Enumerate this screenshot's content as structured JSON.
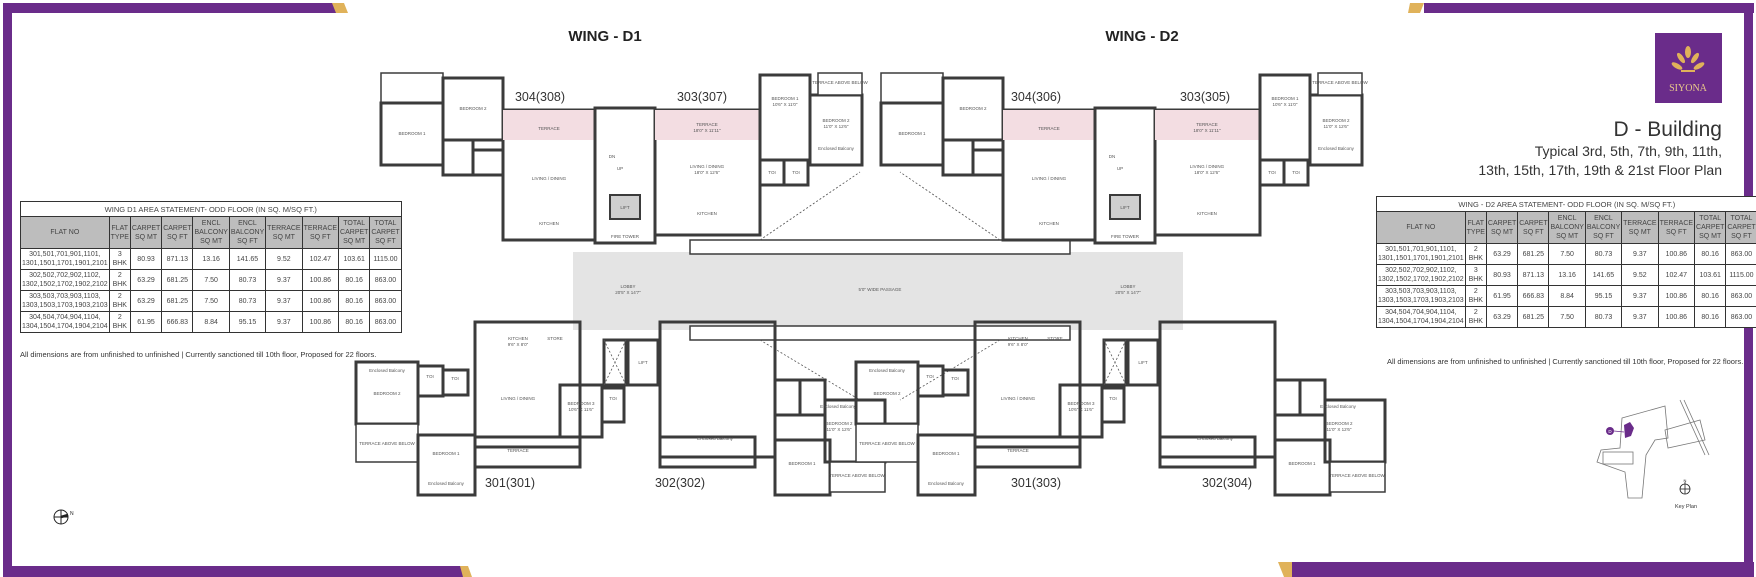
{
  "brand": {
    "logo_text": "SIYONA",
    "purple": "#6a2c8a",
    "gold": "#e0b25a"
  },
  "heading": {
    "title": "D - Building",
    "subtitle_line1": "Typical 3rd, 5th, 7th, 9th, 11th,",
    "subtitle_line2": "13th, 15th, 17th, 19th & 21st Floor Plan"
  },
  "wings": {
    "d1": "WING - D1",
    "d2": "WING - D2"
  },
  "units": {
    "d1_304": "304(308)",
    "d1_303": "303(307)",
    "d1_301": "301(301)",
    "d1_302": "302(302)",
    "d2_304": "304(306)",
    "d2_303": "303(305)",
    "d2_301": "301(303)",
    "d2_302": "302(304)"
  },
  "unit_tags": {
    "d1_304": "308",
    "d1_303": "307",
    "d1_301": "301",
    "d1_302": "302",
    "d2_304": "306",
    "d2_303": "305",
    "d2_301": "303",
    "d2_302": "304"
  },
  "rooms": {
    "terrace": "TERRACE",
    "terrace_dim": "18'0\" X 11'11\"",
    "terrace_above": "TERRACE ABOVE BELOW",
    "bedroom1": "BEDROOM 1",
    "bedroom1_dim": "10'6\" X 11'0\"",
    "bedroom2": "BEDROOM 2",
    "bedroom2_dim": "11'0\" X 12'6\"",
    "bedroom3": "BEDROOM 3",
    "bedroom3_dim": "10'6\" X 11'6\"",
    "living": "LIVING / DINING",
    "living_dim": "18'0\" X 12'6\"",
    "kitchen": "KITCHEN",
    "kitchen_dim": "9'6\" X 8'0\"",
    "store": "STORE",
    "toilet": "TOI",
    "enclosed_balcony": "Enclosed Balcony",
    "lift": "LIFT",
    "fire_tower": "FIRE TOWER",
    "lobby": "LOBBY",
    "lobby_dim": "20'5\" X 14'7\"",
    "passage": "5'0\" WIDE PASSAGE",
    "up": "UP",
    "dn": "DN"
  },
  "tables": {
    "columns": [
      "FLAT NO",
      "FLAT TYPE",
      "CARPET SQ MT",
      "CARPET SQ FT",
      "ENCL BALCONY SQ MT",
      "ENCL BALCONY SQ FT",
      "TERRACE SQ MT",
      "TERRACE SQ FT",
      "TOTAL CARPET SQ MT",
      "TOTAL CARPET SQ FT"
    ],
    "d1": {
      "title": "WING D1 AREA STATEMENT- ODD  FLOOR (IN SQ. M/SQ FT.)",
      "rows": [
        [
          "301,501,701,901,1101, 1301,1501,1701,1901,2101",
          "3 BHK",
          "80.93",
          "871.13",
          "13.16",
          "141.65",
          "9.52",
          "102.47",
          "103.61",
          "1115.00"
        ],
        [
          "302,502,702,902,1102, 1302,1502,1702,1902,2102",
          "2 BHK",
          "63.29",
          "681.25",
          "7.50",
          "80.73",
          "9.37",
          "100.86",
          "80.16",
          "863.00"
        ],
        [
          "303,503,703,903,1103, 1303,1503,1703,1903,2103",
          "2 BHK",
          "63.29",
          "681.25",
          "7.50",
          "80.73",
          "9.37",
          "100.86",
          "80.16",
          "863.00"
        ],
        [
          "304,504,704,904,1104, 1304,1504,1704,1904,2104",
          "2 BHK",
          "61.95",
          "666.83",
          "8.84",
          "95.15",
          "9.37",
          "100.86",
          "80.16",
          "863.00"
        ]
      ]
    },
    "d2": {
      "title": "WING - D2 AREA STATEMENT- ODD  FLOOR (IN SQ. M/SQ FT.)",
      "rows": [
        [
          "301,501,701,901,1101, 1301,1501,1701,1901,2101",
          "2 BHK",
          "63.29",
          "681.25",
          "7.50",
          "80.73",
          "9.37",
          "100.86",
          "80.16",
          "863.00"
        ],
        [
          "302,502,702,902,1102, 1302,1502,1702,1902,2102",
          "3 BHK",
          "80.93",
          "871.13",
          "13.16",
          "141.65",
          "9.52",
          "102.47",
          "103.61",
          "1115.00"
        ],
        [
          "303,503,703,903,1103, 1303,1503,1703,1903,2103",
          "2 BHK",
          "61.95",
          "666.83",
          "8.84",
          "95.15",
          "9.37",
          "100.86",
          "80.16",
          "863.00"
        ],
        [
          "304,504,704,904,1104, 1304,1504,1704,1904,2104",
          "2 BHK",
          "63.29",
          "681.25",
          "7.50",
          "80.73",
          "9.37",
          "100.86",
          "80.16",
          "863.00"
        ]
      ]
    }
  },
  "footnote": "All dimensions are from unfinished to unfinished | Currently sanctioned till 10th floor, Proposed for 22 floors.",
  "compass": {
    "north": "N"
  },
  "key_plan": {
    "label": "Key Plan",
    "marker": "D"
  }
}
